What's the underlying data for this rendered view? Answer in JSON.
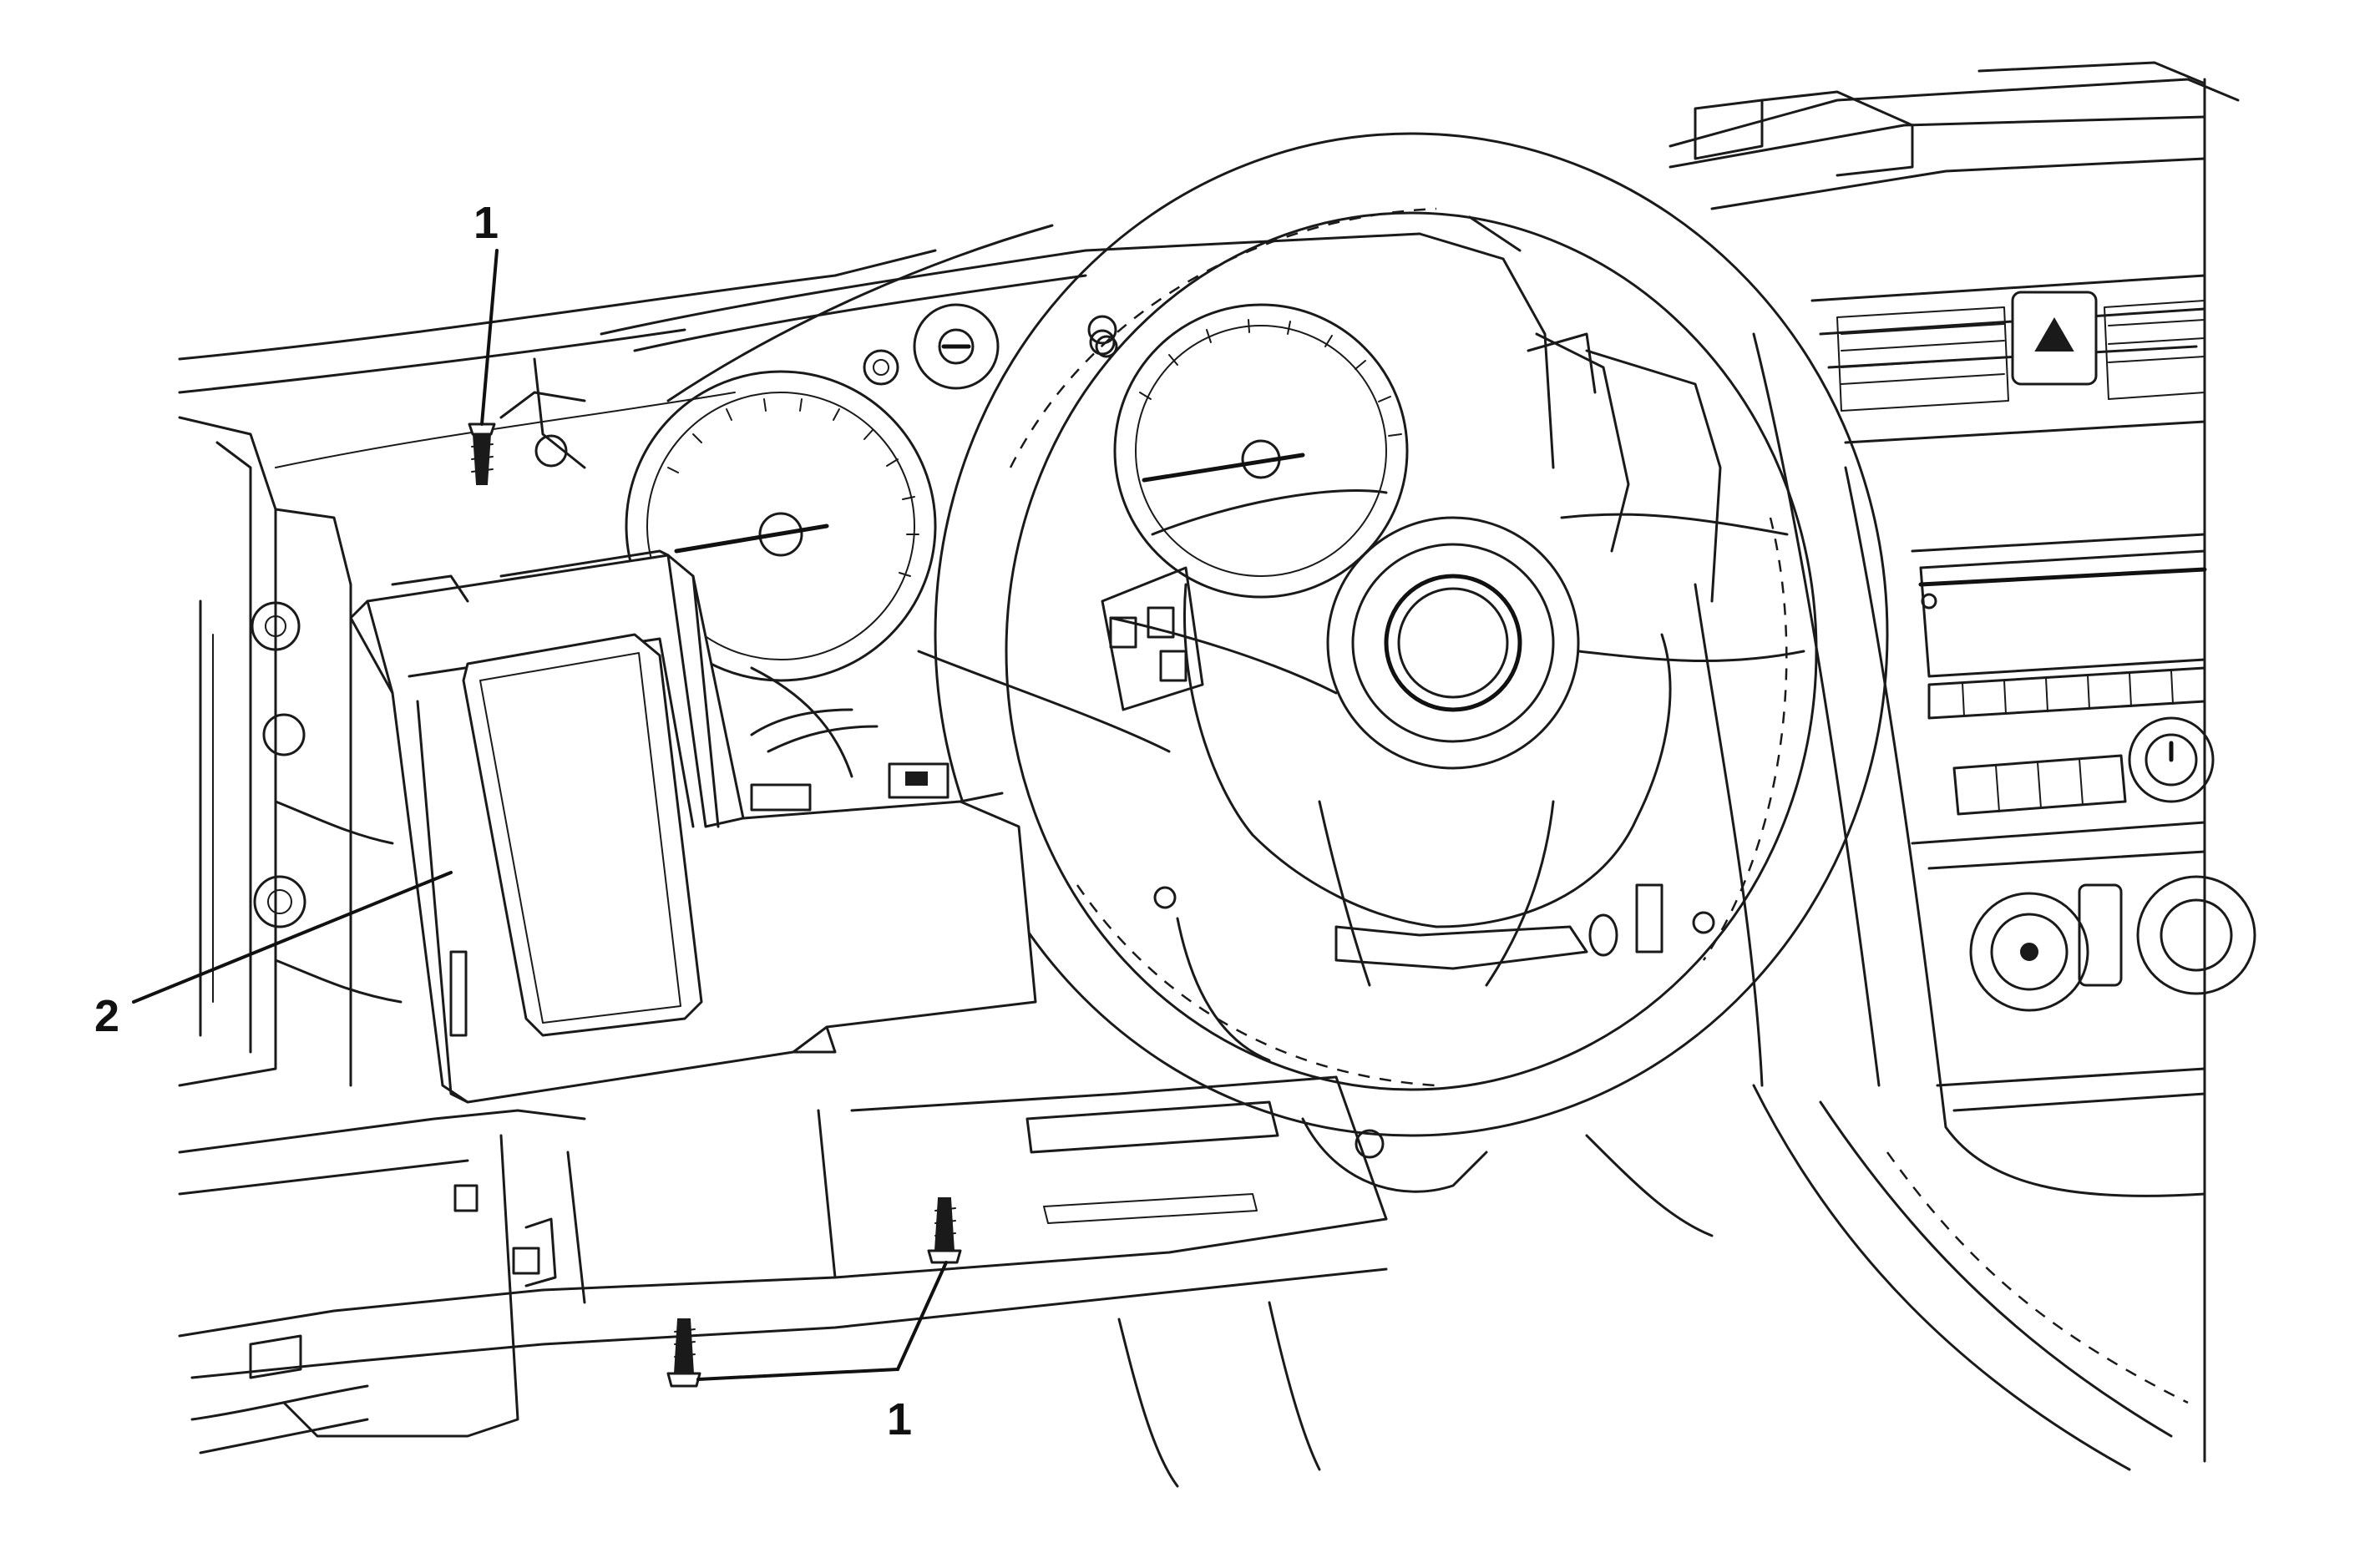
{
  "callouts": [
    {
      "id": "fastener-top",
      "label": "1"
    },
    {
      "id": "module",
      "label": "2"
    },
    {
      "id": "fastener-bottom",
      "label": "1"
    }
  ],
  "colors": {
    "line": "#1a1a1a",
    "background": "#ffffff"
  }
}
